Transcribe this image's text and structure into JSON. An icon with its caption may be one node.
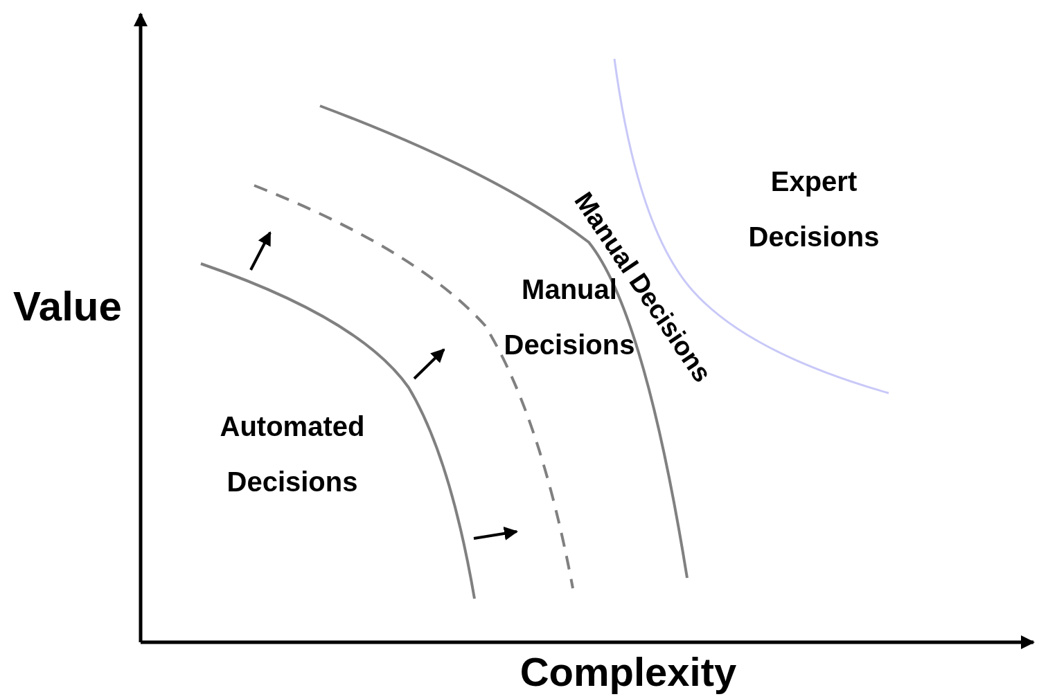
{
  "diagram": {
    "labels": [
      "Expert Decisions",
      "Manual Decisions",
      "Manual Decisions",
      "Value",
      "Automated Decisions",
      "Complexity"
    ]
  }
}
